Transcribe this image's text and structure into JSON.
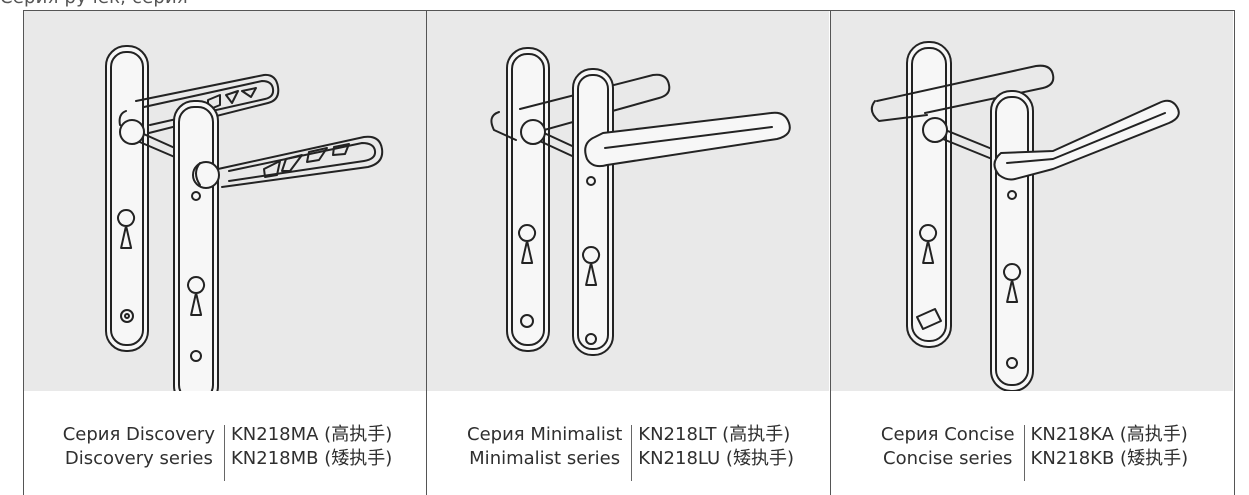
{
  "top_caption": "Серия ручек, серия",
  "products": [
    {
      "series_ru": "Серия Discovery",
      "series_en": "Discovery series",
      "model_high": "KN218MA (高执手)",
      "model_low": "KN218MB (矮执手)"
    },
    {
      "series_ru": "Серия Minimalist",
      "series_en": "Minimalist series",
      "model_high": "KN218LT (高执手)",
      "model_low": "KN218LU (矮执手)"
    },
    {
      "series_ru": "Серия Concise",
      "series_en": "Concise series",
      "model_high": "KN218KA (高执手)",
      "model_low": "KN218KB (矮执手)"
    }
  ],
  "colors": {
    "figure_background": "#e9e9e9",
    "line_art": "#232323",
    "text": "#2f2f2f",
    "border": "#555555"
  },
  "icons": {
    "discovery": "door-handle-discovery-icon",
    "minimalist": "door-handle-minimalist-icon",
    "concise": "door-handle-concise-icon"
  }
}
